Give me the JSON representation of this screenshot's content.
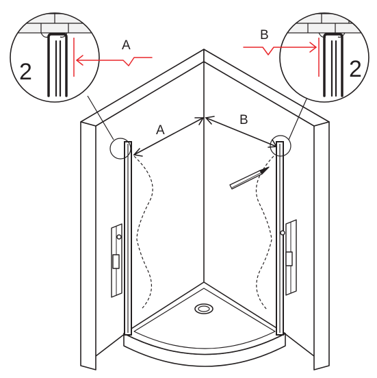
{
  "diagram": {
    "inner_label_a": "A",
    "inner_label_b": "B",
    "detail_left": {
      "measure_label": "A",
      "part_number": "2"
    },
    "detail_right": {
      "measure_label": "B",
      "part_number": "2"
    },
    "colors": {
      "line": "#231f20",
      "measure_arrow": "#e8262a",
      "brick": "#f2f2f2",
      "background": "#ffffff"
    }
  }
}
